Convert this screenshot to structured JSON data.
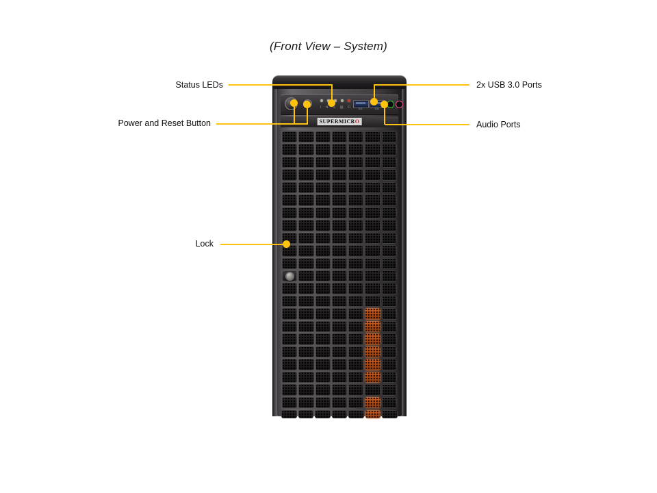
{
  "figure": {
    "title": "(Front View – System)",
    "accent_color": "#FFC20E",
    "device": "Supermicro tower server front view"
  },
  "brand": {
    "logo_text_main": "SUPERMICR",
    "logo_text_accent": "O"
  },
  "callouts": [
    {
      "id": "status-leds",
      "label": "Status LEDs",
      "side": "left"
    },
    {
      "id": "power-reset",
      "label": "Power and Reset Button",
      "side": "left"
    },
    {
      "id": "lock",
      "label": "Lock",
      "side": "left"
    },
    {
      "id": "usb-ports",
      "label": "2x USB 3.0 Ports",
      "side": "right"
    },
    {
      "id": "audio-ports",
      "label": "Audio Ports",
      "side": "right"
    }
  ],
  "control_panel": {
    "power_button": "Power Button",
    "reset_button": "Reset Button",
    "leds": [
      {
        "name": "information-led",
        "color": "#b9b2a4",
        "glyph": "i"
      },
      {
        "name": "network-led",
        "color": "#b9b2a4",
        "glyph": "⇅"
      },
      {
        "name": "overheat-led",
        "color": "#b9b2a4",
        "glyph": "⚠"
      },
      {
        "name": "hdd-activity-led",
        "color": "#b9b2a4",
        "glyph": "▤"
      },
      {
        "name": "power-led",
        "color": "#c23a2c",
        "glyph": "⏻"
      }
    ],
    "usb_ports": [
      {
        "name": "usb30-port-1",
        "marking": "SS"
      },
      {
        "name": "usb30-port-2",
        "marking": "SS"
      }
    ],
    "audio_jacks": [
      {
        "name": "line-out-jack",
        "color": "#36c437"
      },
      {
        "name": "microphone-jack",
        "color": "#e0548f"
      }
    ]
  },
  "chassis": {
    "mesh_columns": 7,
    "mesh_rows": 22,
    "lock_cell": {
      "row": 11,
      "col": 0
    },
    "lit_cells": [
      {
        "row": 14,
        "col": 5
      },
      {
        "row": 15,
        "col": 5
      },
      {
        "row": 16,
        "col": 5
      },
      {
        "row": 17,
        "col": 5
      },
      {
        "row": 18,
        "col": 5
      },
      {
        "row": 19,
        "col": 5
      },
      {
        "row": 21,
        "col": 5
      }
    ]
  }
}
